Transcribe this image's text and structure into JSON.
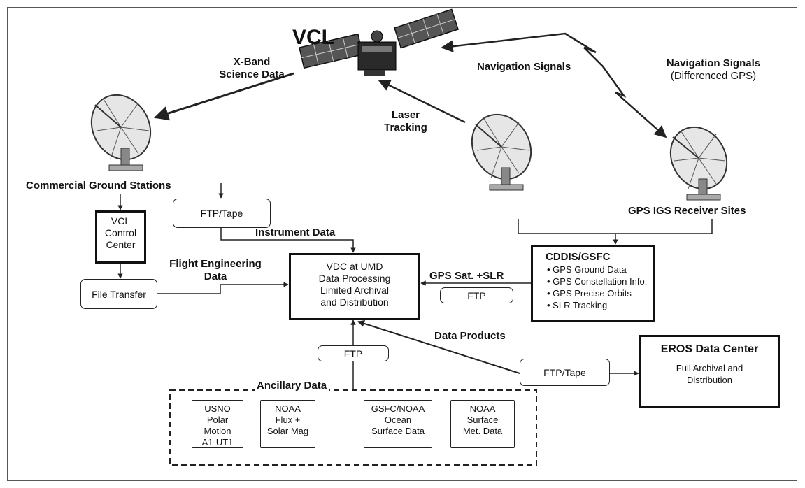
{
  "satellite": {
    "name": "VCL"
  },
  "labels": {
    "xband_l1": "X-Band",
    "xband_l2": "Science Data",
    "nav_signals": "Navigation Signals",
    "nav_signals_right_l1": "Navigation Signals",
    "nav_signals_right_l2": "(Differenced GPS)",
    "laser_l1": "Laser",
    "laser_l2": "Tracking",
    "commercial_ground": "Commercial Ground Stations",
    "gps_igs_sites": "GPS IGS Receiver Sites",
    "instrument_data": "Instrument Data",
    "flight_eng_l1": "Flight Engineering",
    "flight_eng_l2": "Data",
    "gps_sat_slr": "GPS Sat. +SLR",
    "data_products": "Data Products",
    "ancillary_data": "Ancillary Data"
  },
  "boxes": {
    "ftp_tape_top": "FTP/Tape",
    "vcl_control_l1": "VCL",
    "vcl_control_l2": "Control",
    "vcl_control_l3": "Center",
    "file_transfer": "File Transfer",
    "vdc_l1": "VDC at UMD",
    "vdc_l2": "Data Processing",
    "vdc_l3": "Limited Archival",
    "vdc_l4": "and Distribution",
    "ftp_gps": "FTP",
    "ftp_anc": "FTP",
    "ftp_tape_products": "FTP/Tape",
    "cddis_title": "CDDIS/GSFC",
    "cddis_items": [
      "GPS Ground Data",
      "GPS Constellation Info.",
      "GPS Precise Orbits",
      "SLR Tracking"
    ],
    "eros_title": "EROS Data Center",
    "eros_l1": "Full Archival and",
    "eros_l2": "Distribution"
  },
  "ancillary": [
    {
      "l1": "USNO",
      "l2": "Polar Motion",
      "l3": "A1-UT1"
    },
    {
      "l1": "NOAA",
      "l2": "Flux +",
      "l3": "Solar Mag"
    },
    {
      "l1": "GSFC/NOAA",
      "l2": "Ocean",
      "l3": "Surface Data"
    },
    {
      "l1": "NOAA",
      "l2": "Surface",
      "l3": "Met. Data"
    }
  ]
}
